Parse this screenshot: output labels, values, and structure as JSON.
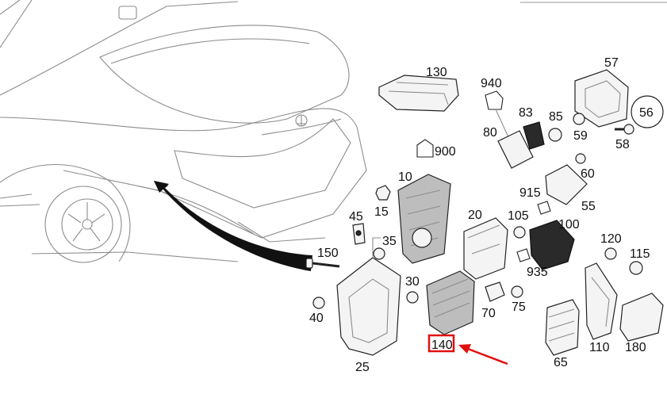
{
  "diagram": {
    "callouts": {
      "p10": "10",
      "p15": "15",
      "p20": "20",
      "p25": "25",
      "p30": "30",
      "p35": "35",
      "p40": "40",
      "p45": "45",
      "p55": "55",
      "p56": "56",
      "p57": "57",
      "p58": "58",
      "p59": "59",
      "p60": "60",
      "p65": "65",
      "p70": "70",
      "p75": "75",
      "p80": "80",
      "p83": "83",
      "p85": "85",
      "p100": "100",
      "p105": "105",
      "p110": "110",
      "p115": "115",
      "p120": "120",
      "p130": "130",
      "p140": "140",
      "p150": "150",
      "p180": "180",
      "p900": "900",
      "p915": "915",
      "p935": "935",
      "p940": "940"
    },
    "highlighted_part": "140",
    "colors": {
      "highlight": "#e01010",
      "arrow": "#111111",
      "outline": "#8c8c8c"
    }
  }
}
